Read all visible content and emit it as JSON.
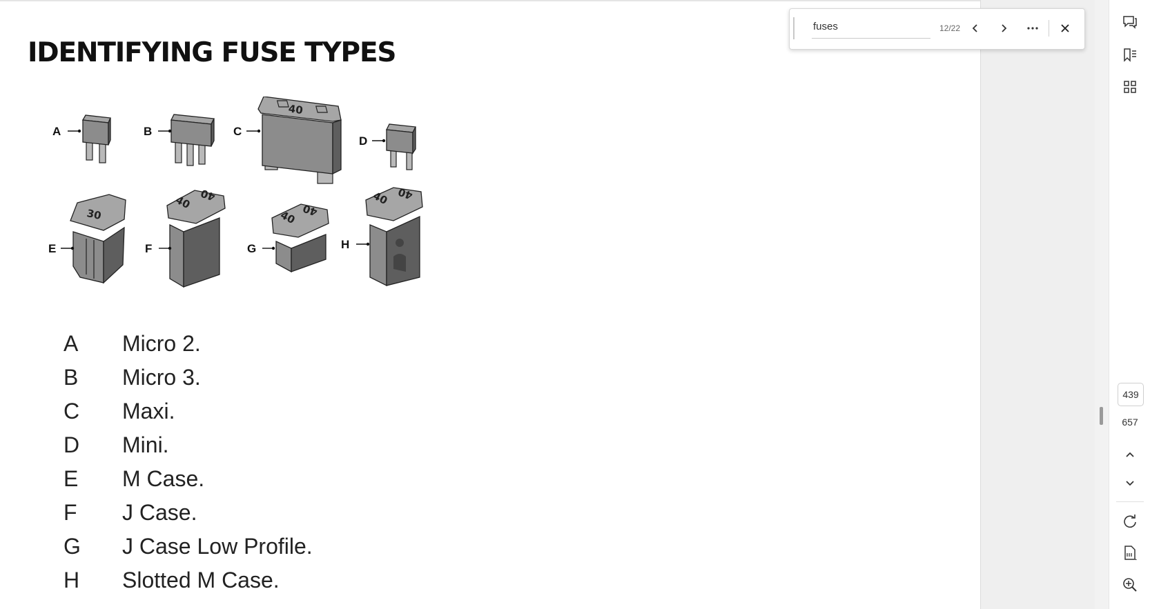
{
  "page": {
    "title": "IDENTIFYING FUSE TYPES"
  },
  "figure": {
    "callouts": [
      "A",
      "B",
      "C",
      "D",
      "E",
      "F",
      "G",
      "H"
    ],
    "numbers": {
      "c": "40",
      "e": "30",
      "f": "40",
      "g": "40",
      "h": "40"
    }
  },
  "legend": [
    {
      "key": "A",
      "label": "Micro 2."
    },
    {
      "key": "B",
      "label": "Micro 3."
    },
    {
      "key": "C",
      "label": "Maxi."
    },
    {
      "key": "D",
      "label": "Mini."
    },
    {
      "key": "E",
      "label": "M Case."
    },
    {
      "key": "F",
      "label": "J Case."
    },
    {
      "key": "G",
      "label": "J Case Low Profile."
    },
    {
      "key": "H",
      "label": "Slotted M Case."
    }
  ],
  "find_bar": {
    "query": "fuses",
    "count": "12/22"
  },
  "page_nav": {
    "current": "439",
    "total": "657"
  },
  "icons": {
    "right_bar": [
      "comment-icon",
      "bookmark-icon",
      "thumbnails-icon",
      "page-up-icon",
      "page-down-icon",
      "rotate-icon",
      "fit-page-icon",
      "zoom-in-icon"
    ],
    "find_bar": [
      "prev-result-icon",
      "next-result-icon",
      "more-options-icon",
      "close-icon"
    ]
  },
  "colors": {
    "fuse_body": "#8c8c8c",
    "fuse_top": "#a6a6a6",
    "fuse_dark": "#5e5e5e",
    "outline": "#222222"
  }
}
